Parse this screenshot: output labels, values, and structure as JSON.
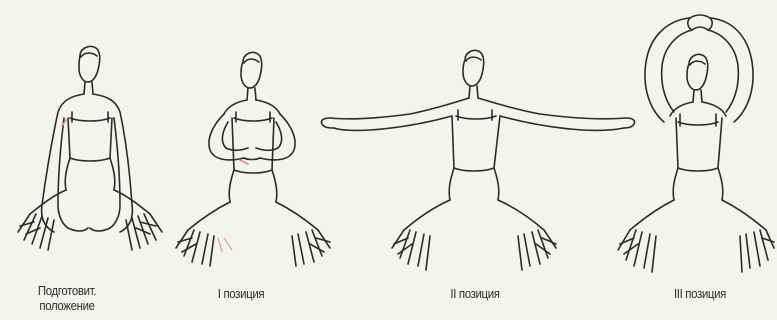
{
  "captions": {
    "preparatory": "Подготовит.\nположение",
    "first": "I позиция",
    "second": "II позиция",
    "third": "III позиция"
  },
  "colors": {
    "ink": "#2b2b2b",
    "paper": "#f4f3ef",
    "accent": "#d98aa0"
  }
}
